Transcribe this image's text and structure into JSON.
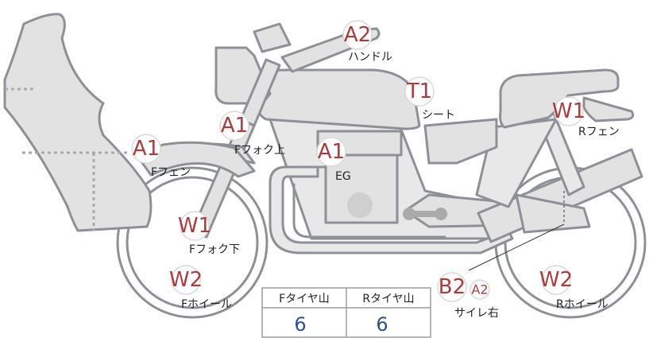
{
  "parts": [
    {
      "id": "handle",
      "code": "A2",
      "label": "ハンドル"
    },
    {
      "id": "seat",
      "code": "T1",
      "label": "シート"
    },
    {
      "id": "r-fender",
      "code": "W1",
      "label": "Rフェン"
    },
    {
      "id": "f-fork-upper",
      "code": "A1",
      "label": "Fフォク上"
    },
    {
      "id": "engine",
      "code": "A1",
      "label": "EG"
    },
    {
      "id": "f-fender",
      "code": "A1",
      "label": "Fフェン"
    },
    {
      "id": "f-fork-lower",
      "code": "W1",
      "label": "Fフォク下"
    },
    {
      "id": "f-wheel",
      "code": "W2",
      "label": "Fホイール"
    },
    {
      "id": "muffler-right",
      "code": "B2",
      "code2": "A2",
      "label": "サイレ右"
    },
    {
      "id": "r-wheel",
      "code": "W2",
      "label": "Rホイール"
    }
  ],
  "tire_table": {
    "headers": [
      "Fタイヤ山",
      "Rタイヤ山"
    ],
    "values": [
      "6",
      "6"
    ]
  },
  "colors": {
    "part_fill": "#e2e2e2",
    "part_stroke": "#8e9098",
    "badge_text": "#b03a3a",
    "table_value": "#2d4f96"
  }
}
